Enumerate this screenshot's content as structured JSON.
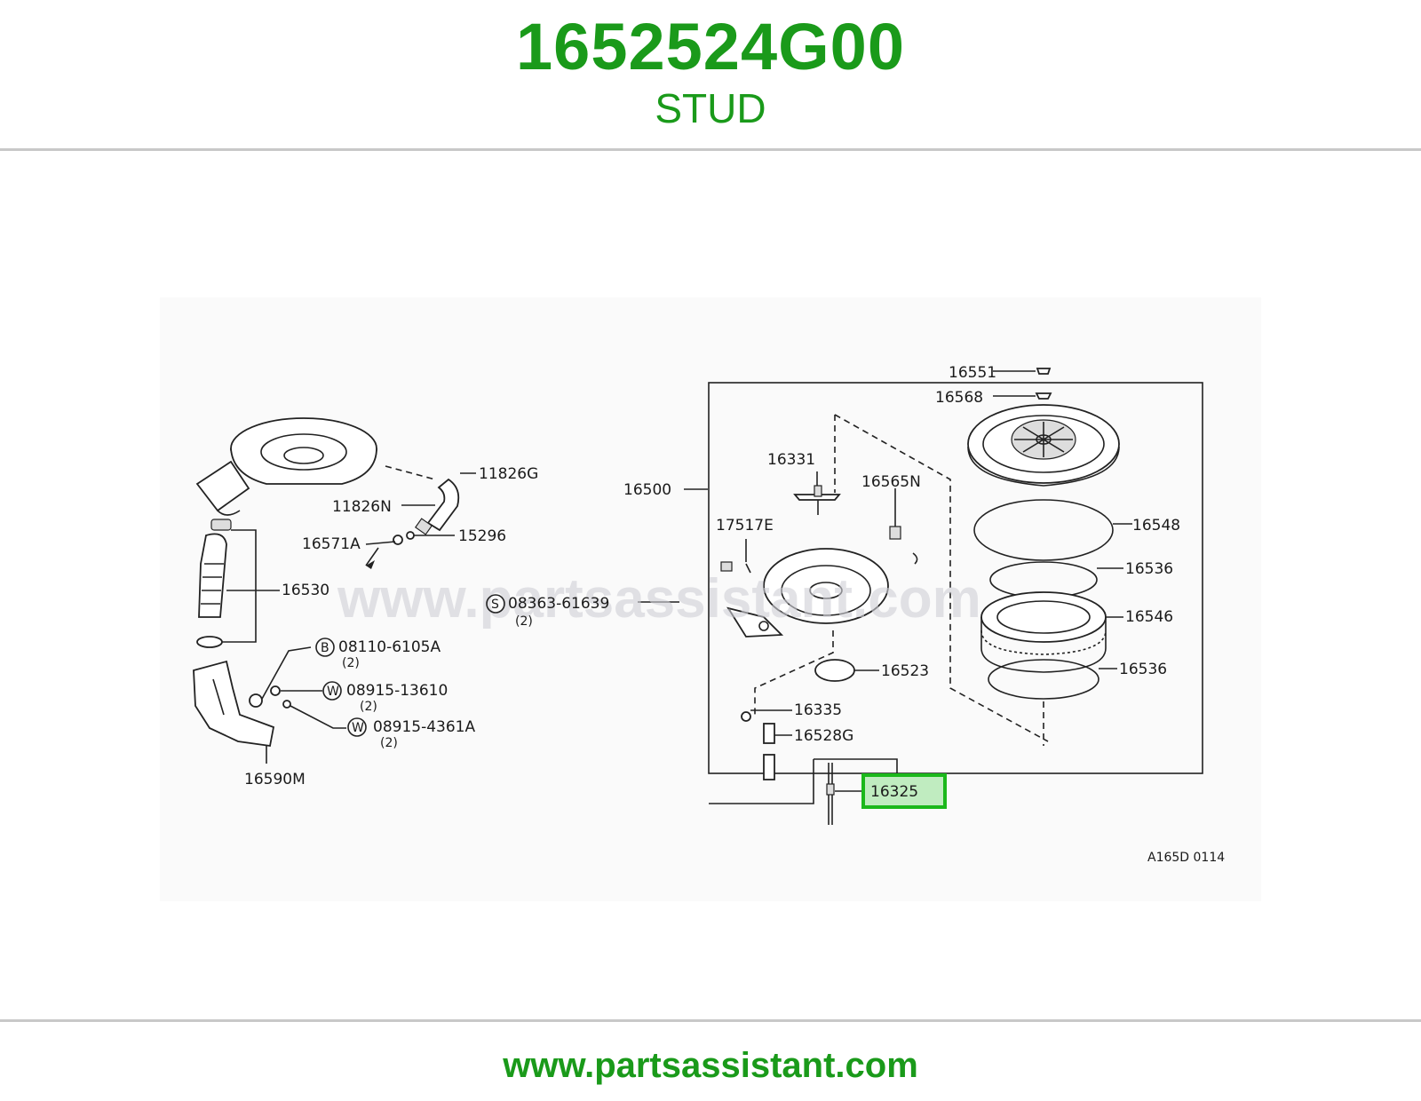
{
  "header": {
    "part_number": "1652524G00",
    "part_name": "STUD"
  },
  "footer": {
    "url": "www.partsassistant.com"
  },
  "diagram": {
    "watermark": "www.partsassistant.com",
    "diagram_code": "A165D 0114",
    "highlight_color": "#1bb81b",
    "callouts": {
      "p16551": "16551",
      "p16568": "16568",
      "p16500": "16500",
      "p16331": "16331",
      "p16565N": "16565N",
      "p17517E": "17517E",
      "p16548": "16548",
      "p16536a": "16536",
      "p16546": "16546",
      "p16536b": "16536",
      "p16523": "16523",
      "p16335": "16335",
      "p16528G": "16528G",
      "p16325": "16325",
      "p11826G": "11826G",
      "p11826N": "11826N",
      "p15296": "15296",
      "p16571A": "16571A",
      "p16530": "16530",
      "p08363": "08363-61639",
      "p08363_qty": "(2)",
      "p08363_sym": "S",
      "p08110": "08110-6105A",
      "p08110_qty": "(2)",
      "p08110_sym": "B",
      "p08915a": "08915-13610",
      "p08915a_qty": "(2)",
      "p08915a_sym": "W",
      "p08915b": "08915-4361A",
      "p08915b_qty": "(2)",
      "p08915b_sym": "W",
      "p16590M": "16590M"
    }
  }
}
